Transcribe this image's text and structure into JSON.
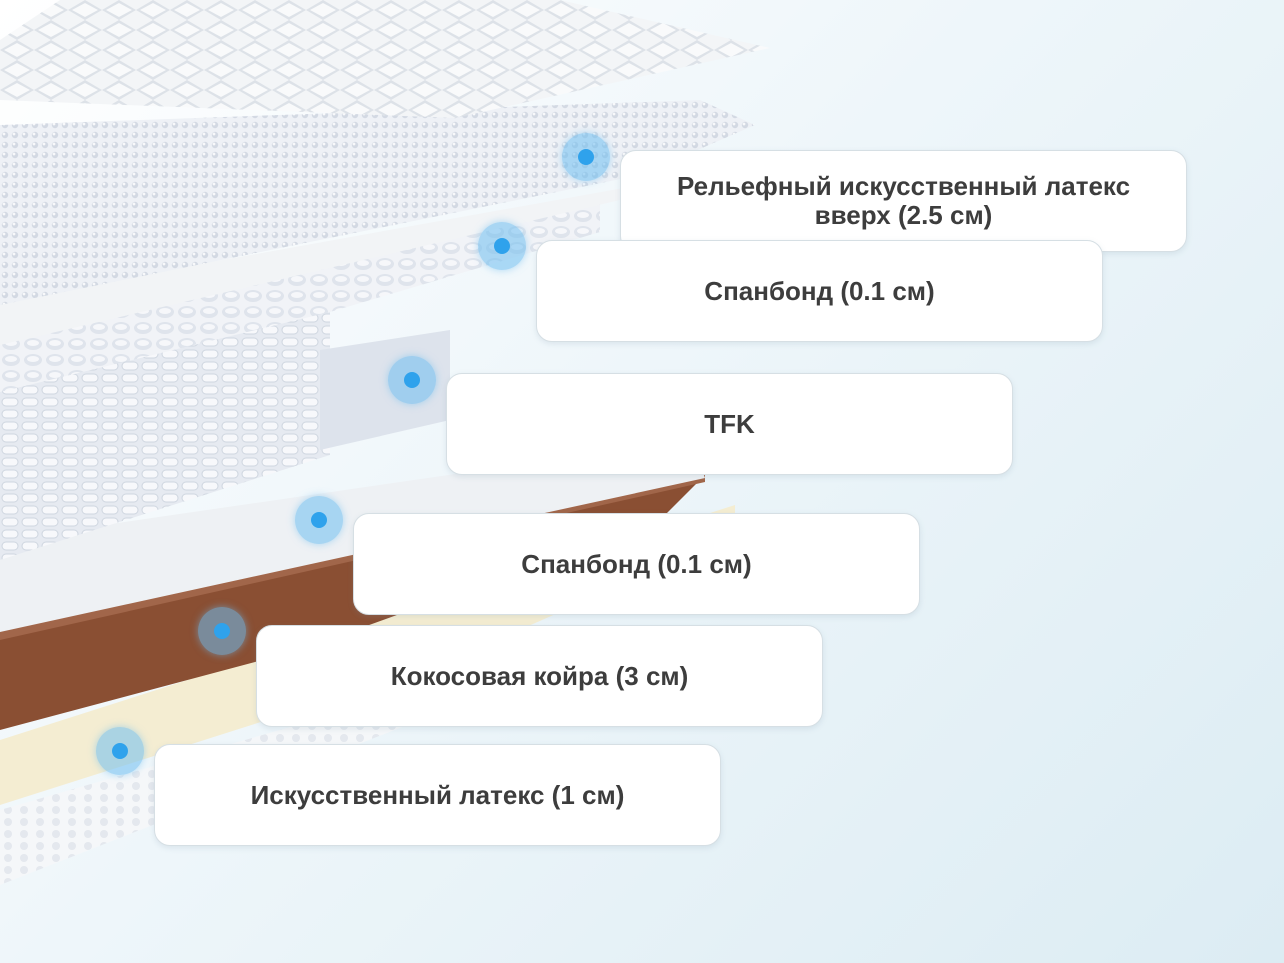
{
  "layers": [
    {
      "id": "top",
      "label": "Рельефный искусственный латекс вверх (2.5 см)"
    },
    {
      "id": "spunbond-top",
      "label": "Спанбонд (0.1 см)"
    },
    {
      "id": "tfk",
      "label": "TFK"
    },
    {
      "id": "spunbond-bottom",
      "label": "Спанбонд (0.1 см)"
    },
    {
      "id": "coir",
      "label": "Кокосовая койра (3 см)"
    },
    {
      "id": "latex",
      "label": "Искусственный латекс (1 см)"
    }
  ],
  "colors": {
    "marker": "#2fa2ec",
    "coir": "#8a4f33",
    "latex": "#f3ecd0",
    "springs": "#e3e8ef",
    "cover": "#f4f6f8"
  }
}
